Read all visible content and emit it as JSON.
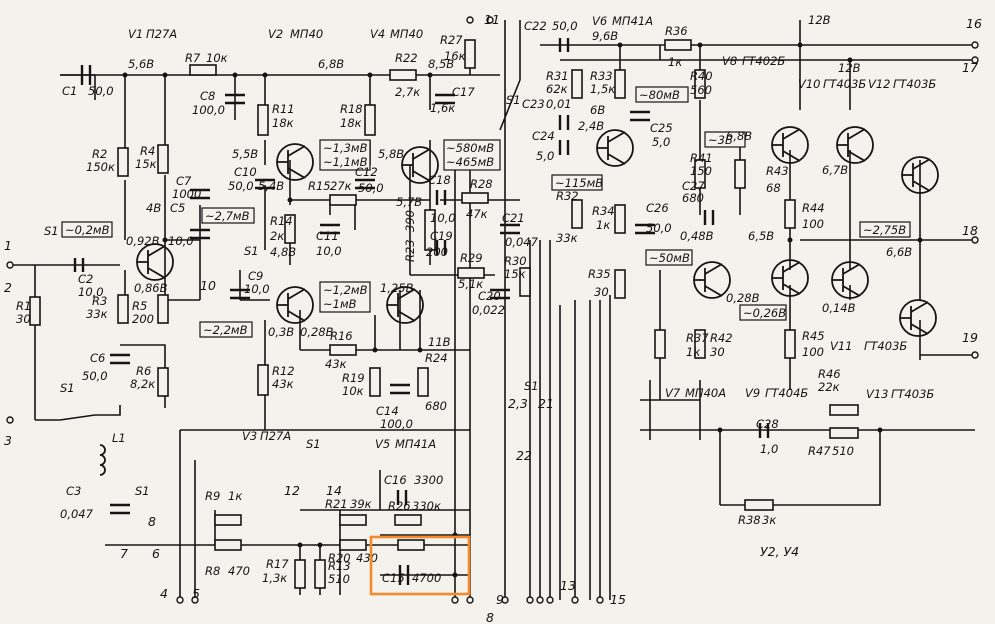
{
  "colors": {
    "ink": "#151515",
    "paper": "#f4f2ed",
    "highlight": "#f28a2e"
  },
  "transistors": [
    {
      "ref": "V1",
      "type": "П27А"
    },
    {
      "ref": "V2",
      "type": "МП40"
    },
    {
      "ref": "V3",
      "type": "П27А"
    },
    {
      "ref": "V4",
      "type": "МП40"
    },
    {
      "ref": "V5",
      "type": "МП41А"
    },
    {
      "ref": "V6",
      "type": "МП41А"
    },
    {
      "ref": "V7",
      "type": "МП40А"
    },
    {
      "ref": "V8",
      "type": "ГТ402Б"
    },
    {
      "ref": "V9",
      "type": "ГТ404Б"
    },
    {
      "ref": "V10",
      "type": "ГТ403Б"
    },
    {
      "ref": "V11",
      "type": "ГТ403Б"
    },
    {
      "ref": "V12",
      "type": "ГТ403Б"
    },
    {
      "ref": "V13",
      "type": "ГТ403Б"
    }
  ],
  "resistors": [
    {
      "ref": "R1",
      "value": "30"
    },
    {
      "ref": "R2",
      "value": "150к"
    },
    {
      "ref": "R3",
      "value": "33к"
    },
    {
      "ref": "R4",
      "value": "15к"
    },
    {
      "ref": "R5",
      "value": "200"
    },
    {
      "ref": "R6",
      "value": "8,2к"
    },
    {
      "ref": "R7",
      "value": "10к"
    },
    {
      "ref": "R8",
      "value": "470"
    },
    {
      "ref": "R9",
      "value": "1к"
    },
    {
      "ref": "R11",
      "value": "18к"
    },
    {
      "ref": "R12",
      "value": "43к"
    },
    {
      "ref": "R13",
      "value": "510"
    },
    {
      "ref": "R14",
      "value": "2к"
    },
    {
      "ref": "R15",
      "value": "27к"
    },
    {
      "ref": "R16",
      "value": "43к"
    },
    {
      "ref": "R17",
      "value": "1,3к"
    },
    {
      "ref": "R18",
      "value": "18к"
    },
    {
      "ref": "R19",
      "value": "10к"
    },
    {
      "ref": "R20",
      "value": "430"
    },
    {
      "ref": "R21",
      "value": "39к"
    },
    {
      "ref": "R22",
      "value": "2,7к"
    },
    {
      "ref": "R23",
      "value": "390"
    },
    {
      "ref": "R24",
      "value": "680"
    },
    {
      "ref": "R26",
      "value": "330к"
    },
    {
      "ref": "R27",
      "value": "16к"
    },
    {
      "ref": "R28",
      "value": "47к"
    },
    {
      "ref": "R29",
      "value": "5,1к"
    },
    {
      "ref": "R30",
      "value": "15к"
    },
    {
      "ref": "R31",
      "value": "62к"
    },
    {
      "ref": "R32",
      "value": "33к"
    },
    {
      "ref": "R33",
      "value": "1,5к"
    },
    {
      "ref": "R34",
      "value": "1к"
    },
    {
      "ref": "R35",
      "value": "30"
    },
    {
      "ref": "R36",
      "value": "1к"
    },
    {
      "ref": "R37",
      "value": "1к"
    },
    {
      "ref": "R38",
      "value": "3к"
    },
    {
      "ref": "R40",
      "value": "560"
    },
    {
      "ref": "R41",
      "value": "150"
    },
    {
      "ref": "R42",
      "value": "30"
    },
    {
      "ref": "R43",
      "value": "68"
    },
    {
      "ref": "R44",
      "value": "100"
    },
    {
      "ref": "R45",
      "value": "100"
    },
    {
      "ref": "R46",
      "value": "22к"
    },
    {
      "ref": "R47",
      "value": "510"
    }
  ],
  "capacitors": [
    {
      "ref": "C1",
      "value": "50,0"
    },
    {
      "ref": "C2",
      "value": "10,0"
    },
    {
      "ref": "C3",
      "value": "0,047"
    },
    {
      "ref": "C5",
      "value": "10,0"
    },
    {
      "ref": "C6",
      "value": "50,0"
    },
    {
      "ref": "C7",
      "value": "1000"
    },
    {
      "ref": "C8",
      "value": "100,0"
    },
    {
      "ref": "C9",
      "value": "10,0"
    },
    {
      "ref": "C10",
      "value": "50,0"
    },
    {
      "ref": "C11",
      "value": "10,0"
    },
    {
      "ref": "C12",
      "value": "50,0"
    },
    {
      "ref": "C14",
      "value": "100,0"
    },
    {
      "ref": "C15",
      "value": "4700"
    },
    {
      "ref": "C16",
      "value": "3300"
    },
    {
      "ref": "C17",
      "value": "1,6к"
    },
    {
      "ref": "C18",
      "value": "10,0"
    },
    {
      "ref": "C19",
      "value": "200"
    },
    {
      "ref": "C20",
      "value": "0,022"
    },
    {
      "ref": "C21",
      "value": "0,047"
    },
    {
      "ref": "C22",
      "value": "50,0"
    },
    {
      "ref": "C23",
      "value": "0,01"
    },
    {
      "ref": "C24",
      "value": "5,0"
    },
    {
      "ref": "C25",
      "value": "5,0"
    },
    {
      "ref": "C26",
      "value": "50,0"
    },
    {
      "ref": "C27",
      "value": "680"
    },
    {
      "ref": "C28",
      "value": "1,0"
    }
  ],
  "inductors": [
    {
      "ref": "L1"
    }
  ],
  "voltages": [
    "5,6В",
    "6,8В",
    "8,5В",
    "9,6В",
    "12В",
    "12В",
    "5,5В",
    "5,4В",
    "4,8В",
    "5,8В",
    "5,7В",
    "4В",
    "0,92В",
    "0,86В",
    "0,3В",
    "0,28В",
    "1,25В",
    "11В",
    "6В",
    "2,4В",
    "6,8В",
    "6,7В",
    "6,5В",
    "6,6В",
    "0,48В",
    "0,28В",
    "0,14В"
  ],
  "measurements": [
    "~0,2мВ",
    "~2,7мВ",
    "~2,2мВ",
    "~1,3мВ",
    "~1,1мВ",
    "~1,2мВ",
    "~1мВ",
    "~580мВ",
    "~465мВ",
    "~80мВ",
    "~115мВ",
    "~50мВ",
    "~3В",
    "~0,26В",
    "~2,75В"
  ],
  "switch_labels": [
    "S1",
    "S1",
    "S1",
    "S1",
    "S1",
    "S1",
    "S1",
    "S1"
  ],
  "terminals": [
    "1",
    "2",
    "3",
    "4",
    "5",
    "6",
    "7",
    "8",
    "9",
    "10",
    "11",
    "12",
    "13",
    "14",
    "15",
    "16",
    "17",
    "18",
    "19",
    "22",
    "2,3",
    "21"
  ],
  "units_label": "У2, У4",
  "bottom_label": "8"
}
